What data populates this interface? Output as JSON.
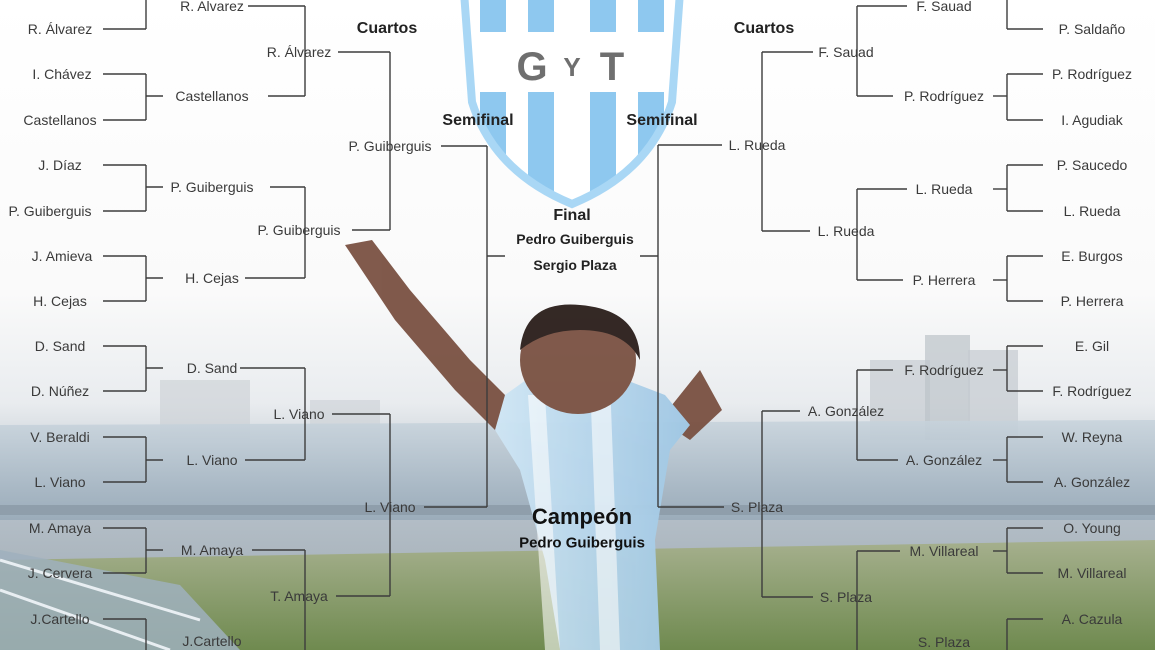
{
  "crest": {
    "letters": [
      "G",
      "Y",
      "T"
    ],
    "stripe_color": "#8ec8ef",
    "outline_color": "#a9d7f5",
    "letter_color": "#6f6f6f"
  },
  "headings": {
    "cuartos_left": "Cuartos",
    "cuartos_right": "Cuartos",
    "semifinal_left": "Semifinal",
    "semifinal_right": "Semifinal",
    "final": "Final"
  },
  "final": {
    "player1": "Pedro Guiberguis",
    "player2": "Sergio Plaza"
  },
  "champion": {
    "label": "Campeón",
    "name": "Pedro Guiberguis"
  },
  "left": {
    "r1": [
      "R. Álvarez",
      "I. Chávez",
      "Castellanos",
      "J. Díaz",
      "P. Guiberguis",
      "J. Amieva",
      "H. Cejas",
      "D. Sand",
      "D. Núñez",
      "V. Beraldi",
      "L. Viano",
      "M. Amaya",
      "J. Cervera",
      "J.Cartello"
    ],
    "r2": [
      "R. Alvarez",
      "Castellanos",
      "P. Guiberguis",
      "H. Cejas",
      "D. Sand",
      "L. Viano",
      "M. Amaya",
      "J.Cartello"
    ],
    "qf": [
      "R. Álvarez",
      "P. Guiberguis",
      "L. Viano",
      "T. Amaya"
    ],
    "sf": [
      "P. Guiberguis",
      "L. Viano"
    ]
  },
  "right": {
    "r1": [
      "P. Saldaño",
      "P. Rodríguez",
      "I. Agudiak",
      "P. Saucedo",
      "L. Rueda",
      "E. Burgos",
      "P. Herrera",
      "E. Gil",
      "F. Rodríguez",
      "W. Reyna",
      "A. González",
      "O. Young",
      "M. Villareal",
      "A. Cazula"
    ],
    "r2": [
      "F. Sauad",
      "P. Rodríguez",
      "L. Rueda",
      "P. Herrera",
      "F. Rodríguez",
      "A. González",
      "M. Villareal",
      "S. Plaza"
    ],
    "qf": [
      "F. Sauad",
      "L. Rueda",
      "A. González",
      "S. Plaza"
    ],
    "sf": [
      "L. Rueda",
      "S. Plaza"
    ]
  }
}
